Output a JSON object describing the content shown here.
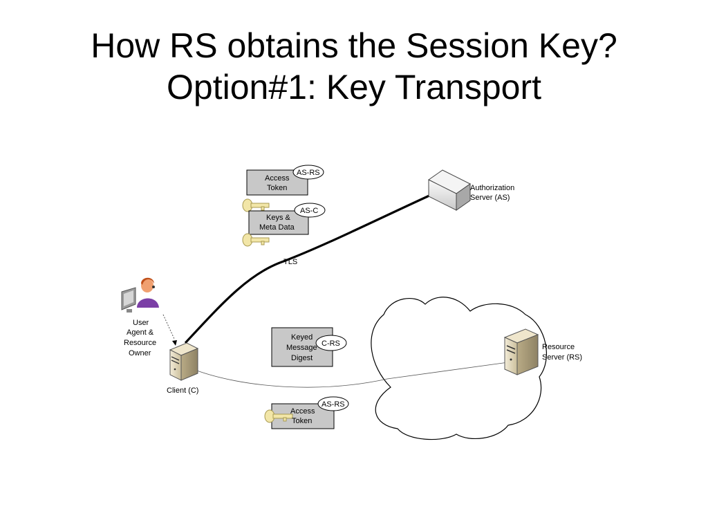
{
  "title": {
    "line1": "How RS obtains the Session Key?",
    "line2": "Option#1: Key Transport"
  },
  "nodes": {
    "authorization_server": {
      "line1": "Authorization",
      "line2": "Server (AS)"
    },
    "resource_server": {
      "line1": "Resource",
      "line2": "Server (RS)"
    },
    "client": {
      "label": "Client (C)"
    },
    "user": {
      "line1": "User",
      "line2": "Agent &",
      "line3": "Resource",
      "line4": "Owner"
    }
  },
  "links": {
    "tls": "TLS"
  },
  "boxes": {
    "access_token_top": {
      "line1": "Access",
      "line2": "Token",
      "tag": "AS-RS"
    },
    "keys_meta": {
      "line1": "Keys &",
      "line2": "Meta  Data",
      "tag": "AS-C"
    },
    "keyed_digest": {
      "line1": "Keyed",
      "line2": "Message",
      "line3": "Digest",
      "tag": "C-RS"
    },
    "access_token_bottom": {
      "line1": "Access",
      "line2": "Token",
      "tag": "AS-RS"
    }
  },
  "colors": {
    "box_fill": "#c8c8c8",
    "key_fill": "#f2e6a8",
    "person_shirt": "#7b3fa6",
    "person_skin": "#f0a070"
  }
}
